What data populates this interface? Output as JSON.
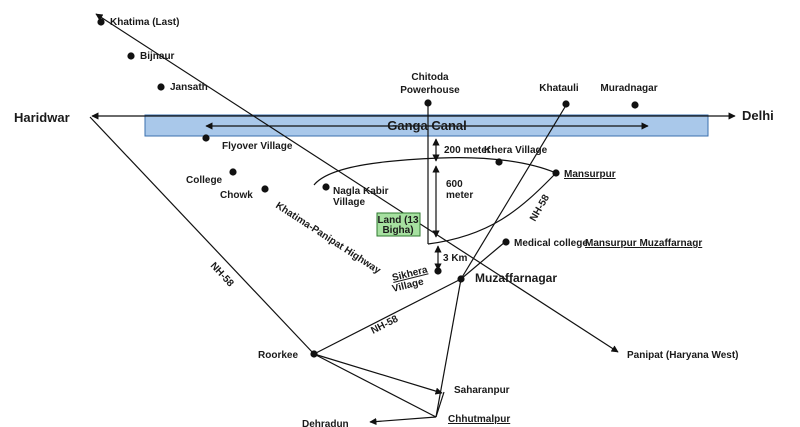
{
  "places": {
    "khatima": "Khatima (Last)",
    "bijnaur": "Bijnaur",
    "jansath": "Jansath",
    "chitoda_1": "Chitoda",
    "chitoda_2": "Powerhouse",
    "khatauli": "Khatauli",
    "muradnagar": "Muradnagar",
    "haridwar": "Haridwar",
    "delhi": "Delhi",
    "flyover": "Flyover Village",
    "college": "College",
    "chowk": "Chowk",
    "nagla_1": "Nagla Kabir",
    "nagla_2": "Village",
    "khera": "Khera Village",
    "mansurpur": "Mansurpur",
    "medical": "Medical college",
    "medical_place": "Mansurpur Muzaffarnagr",
    "sikhera_1": "Sikhera",
    "sikhera_2": "Village",
    "muzaffarnagar": "Muzaffarnagar",
    "roorkee": "Roorkee",
    "panipat": "Panipat (Haryana West)",
    "saharanpur": "Saharanpur",
    "dehradun": "Dehradun",
    "chhutmalpur": "Chhutmalpur"
  },
  "canal": {
    "label": "Ganga Canal",
    "color": "#a9c8ea",
    "border": "#3a6fae"
  },
  "land": {
    "label_1": "Land (13",
    "label_2": "Bigha)",
    "color": "#a6e0a0",
    "border": "#2f7a2f"
  },
  "roads": {
    "highway": "Khatima-Panipat Highway",
    "nh58_left": "NH-58",
    "nh58_bottom": "NH-58",
    "nh58_right": "NH-58"
  },
  "distances": {
    "d200": "200 meter",
    "d600_1": "600",
    "d600_2": "meter",
    "d3km": "3 Km"
  }
}
